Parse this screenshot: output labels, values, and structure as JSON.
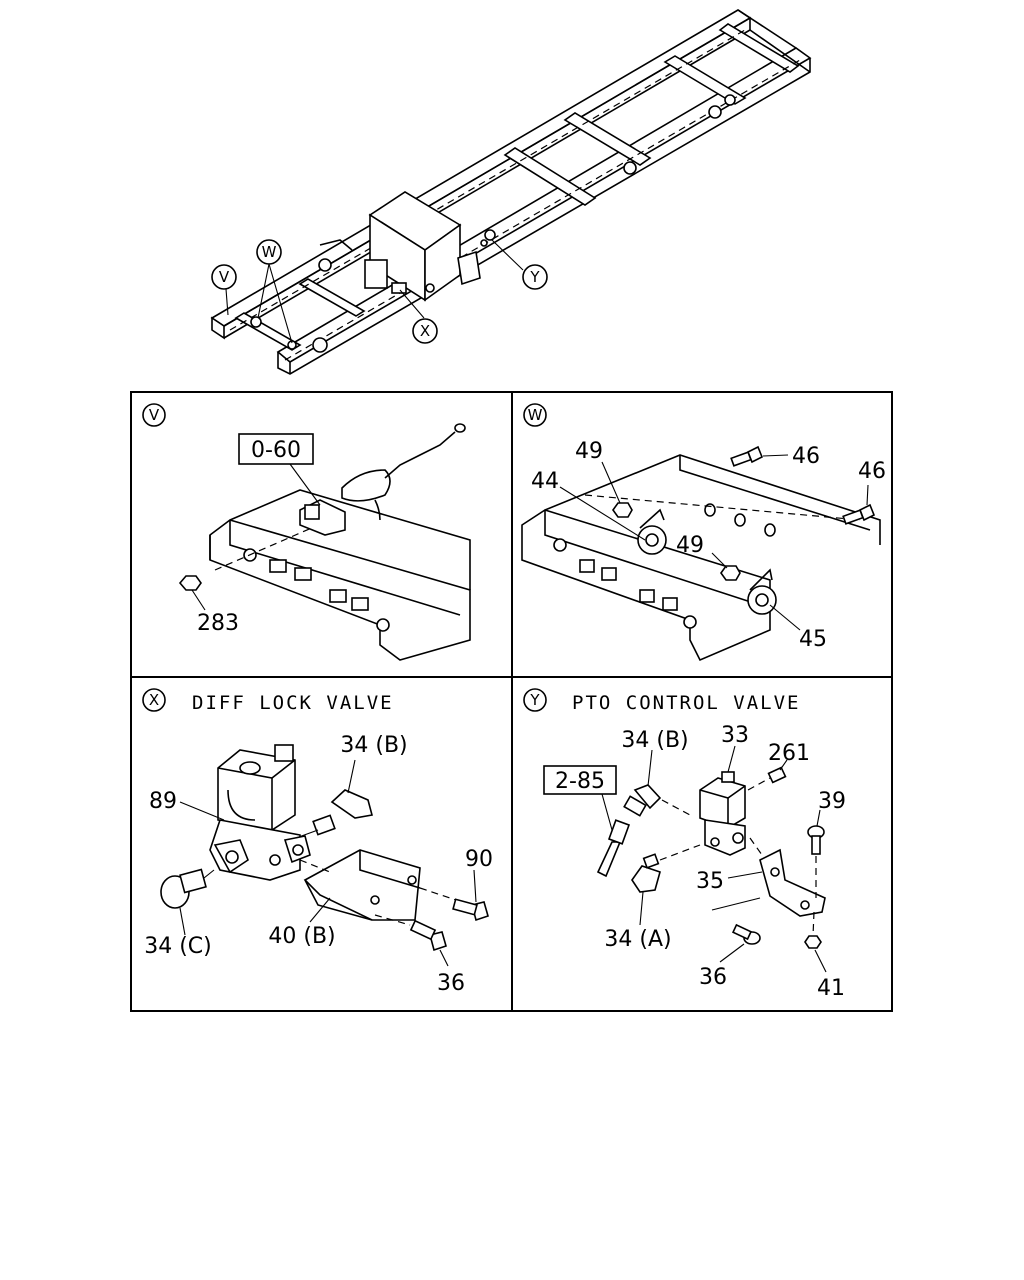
{
  "overview": {
    "callouts": {
      "v": "V",
      "w": "W",
      "x": "X",
      "y": "Y"
    }
  },
  "panel_v": {
    "id": "V",
    "ref": "0-60",
    "parts": {
      "p283": "283"
    }
  },
  "panel_w": {
    "id": "W",
    "parts": {
      "p49a": "49",
      "p44": "44",
      "p46a": "46",
      "p46b": "46",
      "p49b": "49",
      "p45": "45"
    }
  },
  "panel_x": {
    "id": "X",
    "title": "DIFF LOCK VALVE",
    "parts": {
      "p34b": "34 (B)",
      "p89": "89",
      "p90": "90",
      "p34c": "34 (C)",
      "p40b": "40 (B)",
      "p36": "36"
    }
  },
  "panel_y": {
    "id": "Y",
    "title": "PTO CONTROL VALVE",
    "ref": "2-85",
    "parts": {
      "p34b": "34 (B)",
      "p33": "33",
      "p261": "261",
      "p39": "39",
      "p35": "35",
      "p34a": "34 (A)",
      "p36": "36",
      "p41": "41"
    }
  }
}
